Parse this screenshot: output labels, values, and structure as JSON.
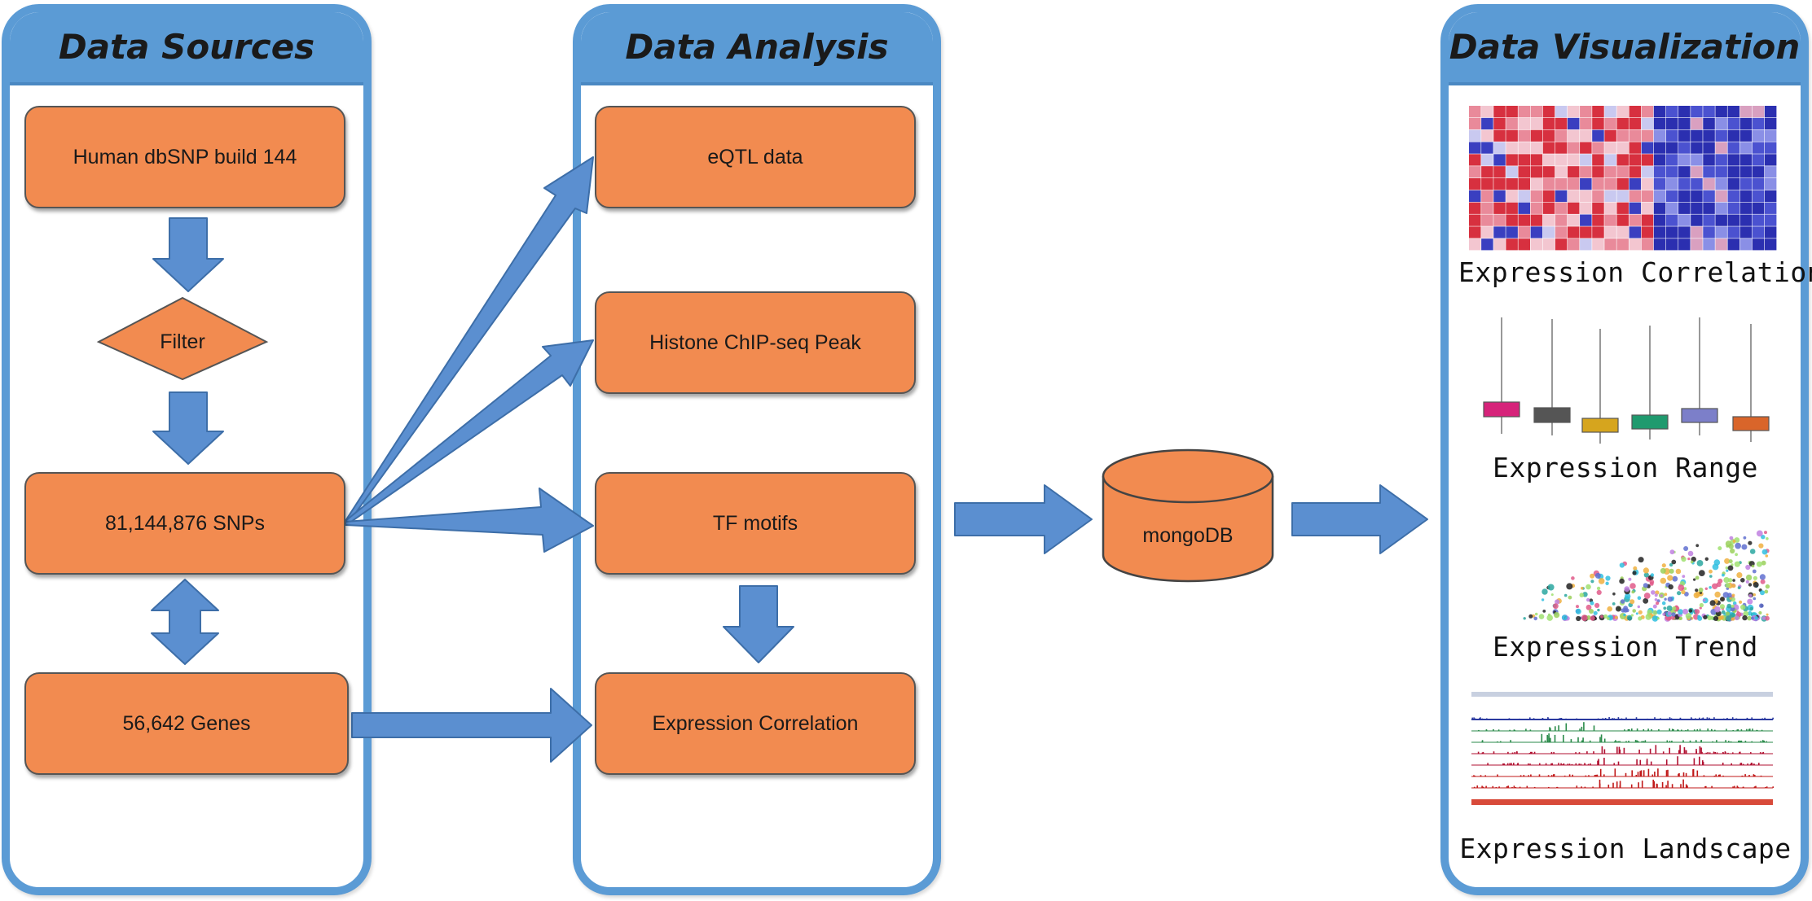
{
  "panels": {
    "sources_title": "Data Sources",
    "analysis_title": "Data Analysis",
    "visualization_title": "Data Visualization"
  },
  "sources": {
    "dbsnp": "Human dbSNP build 144",
    "filter": "Filter",
    "snps": "81,144,876 SNPs",
    "genes": "56,642 Genes"
  },
  "analysis": {
    "eqtl": "eQTL data",
    "histone": "Histone ChIP-seq Peak",
    "tf": "TF motifs",
    "expr_corr": "Expression Correlation"
  },
  "database": {
    "label": "mongoDB"
  },
  "visualization": {
    "captions": [
      "Expression  Correlation",
      "Expression  Range",
      "Expression  Trend",
      "Expression  Landscape"
    ]
  },
  "colors": {
    "panel_border": "#5b9bd5",
    "box_fill": "#f28b50",
    "arrow_fill": "#5b8fd0",
    "heatmap_red": "#d7303f",
    "heatmap_blue": "#2b2fb0"
  },
  "icons": [
    "down-arrow-icon",
    "double-arrow-icon",
    "right-arrow-icon",
    "database-cylinder-icon",
    "heatmap-thumbnail",
    "boxplot-thumbnail",
    "scatter-thumbnail",
    "genome-tracks-thumbnail"
  ]
}
